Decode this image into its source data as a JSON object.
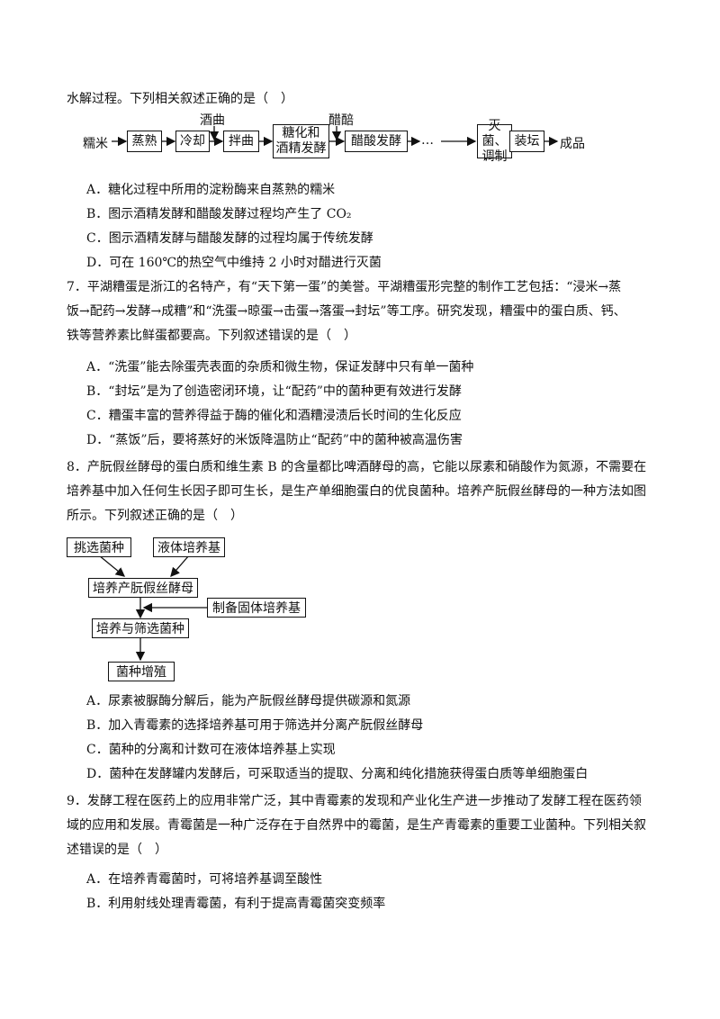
{
  "q6": {
    "intro_tail": "水解过程。下列相关叙述正确的是（　）",
    "flow": {
      "start": "糯米",
      "steps": [
        "蒸熟",
        "冷却",
        "拌曲",
        "糖化和酒精发酵",
        "醋酸发酵",
        "灭菌、调制",
        "装坛"
      ],
      "step5_line1": "糖化和",
      "step5_line2": "酒精发酵",
      "step7_line1": "灭菌、",
      "step7_line2": "调制",
      "input1": "酒曲",
      "input2": "醋醅",
      "ellipsis": "…",
      "end": "成品"
    },
    "options": [
      "A．糖化过程中所用的淀粉酶来自蒸熟的糯米",
      "B．图示酒精发酵和醋酸发酵过程均产生了  CO₂",
      "C．图示酒精发酵与醋酸发酵的过程均属于传统发酵",
      "D．可在 160℃的热空气中维持 2 小时对醋进行灭菌"
    ]
  },
  "q7": {
    "lines": [
      "7．平湖糟蛋是浙江的名特产，有“天下第一蛋”的美誉。平湖糟蛋形完整的制作工艺包括：“浸米→蒸",
      "饭→配药→发酵→成糟”和“洗蛋→晾蛋→击蛋→落蛋→封坛”等工序。研究发现，糟蛋中的蛋白质、钙、",
      "铁等营养素比鲜蛋都要高。下列叙述错误的是（　）"
    ],
    "options": [
      "A．“洗蛋”能去除蛋壳表面的杂质和微生物，保证发酵中只有单一菌种",
      "B．“封坛”是为了创造密闭环境，让“配药”中的菌种更有效进行发酵",
      "C．糟蛋丰富的营养得益于酶的催化和酒糟浸渍后长时间的生化反应",
      "D．“蒸饭”后，要将蒸好的米饭降温防止“配药”中的菌种被高温伤害"
    ]
  },
  "q8": {
    "lines": [
      "8．产朊假丝酵母的蛋白质和维生素 B 的含量都比啤酒酵母的高，它能以尿素和硝酸作为氮源，不需要在",
      "培养基中加入任何生长因子即可生长，是生产单细胞蛋白的优良菌种。培养产朊假丝酵母的一种方法如图",
      "所示。下列叙述正确的是（　）"
    ],
    "flow": {
      "select_strain": "挑选菌种",
      "liquid_medium": "液体培养基",
      "culture": "培养产朊假丝酵母",
      "solid_medium": "制备固体培养基",
      "screen": "培养与筛选菌种",
      "propagate": "菌种增殖"
    },
    "options": [
      "A．尿素被脲酶分解后，能为产朊假丝酵母提供碳源和氮源",
      "B．加入青霉素的选择培养基可用于筛选并分离产朊假丝酵母",
      "C．菌种的分离和计数可在液体培养基上实现",
      "D．菌种在发酵罐内发酵后，可采取适当的提取、分离和纯化措施获得蛋白质等单细胞蛋白"
    ]
  },
  "q9": {
    "lines": [
      "9．发酵工程在医药上的应用非常广泛，其中青霉素的发现和产业化生产进一步推动了发酵工程在医药领",
      "域的应用和发展。青霉菌是一种广泛存在于自然界中的霉菌，是生产青霉素的重要工业菌种。下列相关叙",
      "述错误的是（　）"
    ],
    "options": [
      "A．在培养青霉菌时，可将培养基调至酸性",
      "B．利用射线处理青霉菌，有利于提高青霉菌突变频率"
    ]
  }
}
